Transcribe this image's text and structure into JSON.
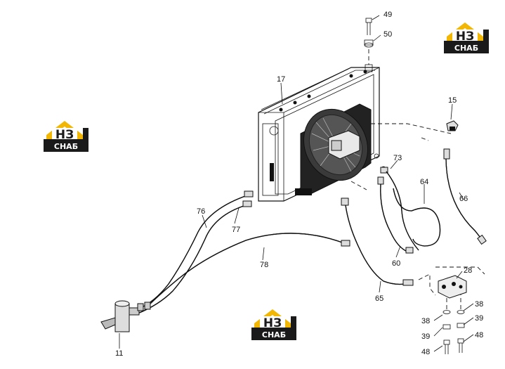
{
  "logo": {
    "monogram": "НЗ",
    "caption": "СНАБ",
    "accent_color": "#f2b705",
    "dark_color": "#1a1a1a"
  },
  "callouts": {
    "c49": "49",
    "c50": "50",
    "c17": "17",
    "c15": "15",
    "c73": "73",
    "c64": "64",
    "c66": "66",
    "c76": "76",
    "c77": "77",
    "c78": "78",
    "c60": "60",
    "c65": "65",
    "c28": "28",
    "c38a": "38",
    "c38b": "38",
    "c39a": "39",
    "c39b": "39",
    "c48a": "48",
    "c48b": "48",
    "c11": "11"
  }
}
